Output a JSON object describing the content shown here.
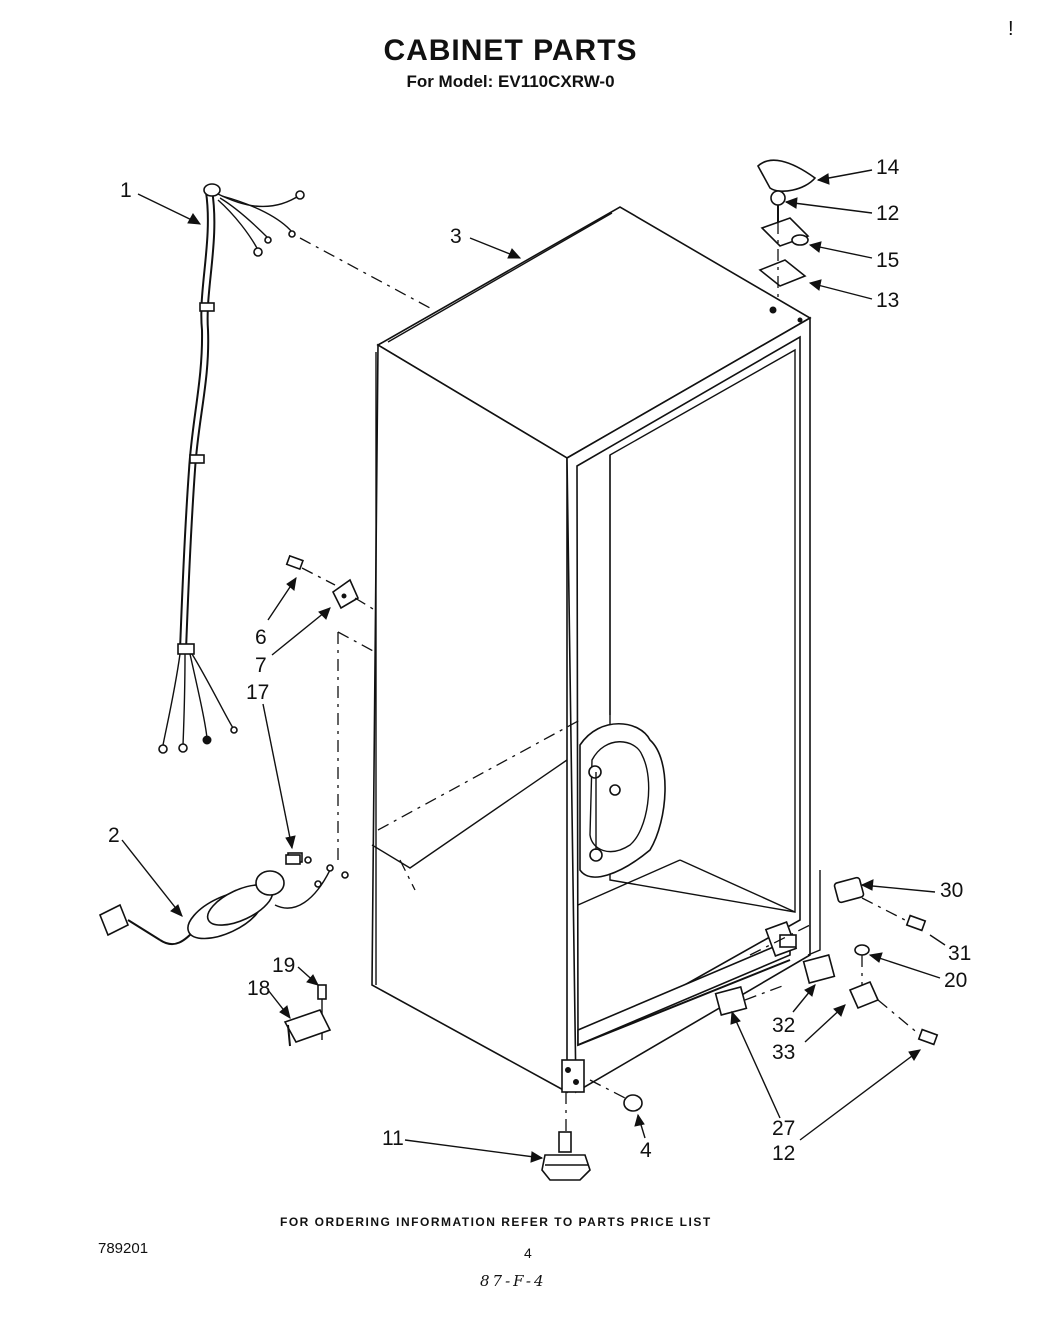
{
  "header": {
    "title": "CABINET PARTS",
    "subtitle": "For Model: EV110CXRW-0",
    "corner_mark": "ǃ"
  },
  "callouts": [
    {
      "id": "c1",
      "label": "1"
    },
    {
      "id": "c3",
      "label": "3"
    },
    {
      "id": "c14",
      "label": "14"
    },
    {
      "id": "c12a",
      "label": "12"
    },
    {
      "id": "c15",
      "label": "15"
    },
    {
      "id": "c13",
      "label": "13"
    },
    {
      "id": "c6",
      "label": "6"
    },
    {
      "id": "c7",
      "label": "7"
    },
    {
      "id": "c17",
      "label": "17"
    },
    {
      "id": "c2",
      "label": "2"
    },
    {
      "id": "c19",
      "label": "19"
    },
    {
      "id": "c18",
      "label": "18"
    },
    {
      "id": "c30",
      "label": "30"
    },
    {
      "id": "c31",
      "label": "31"
    },
    {
      "id": "c20",
      "label": "20"
    },
    {
      "id": "c32",
      "label": "32"
    },
    {
      "id": "c33",
      "label": "33"
    },
    {
      "id": "c27",
      "label": "27"
    },
    {
      "id": "c12b",
      "label": "12"
    },
    {
      "id": "c11",
      "label": "11"
    },
    {
      "id": "c4",
      "label": "4"
    }
  ],
  "footer": {
    "ordering_note": "FOR ORDERING INFORMATION REFER TO PARTS PRICE LIST",
    "doc_code": "789201",
    "page_number": "4",
    "date_mark": "87-F-4"
  }
}
